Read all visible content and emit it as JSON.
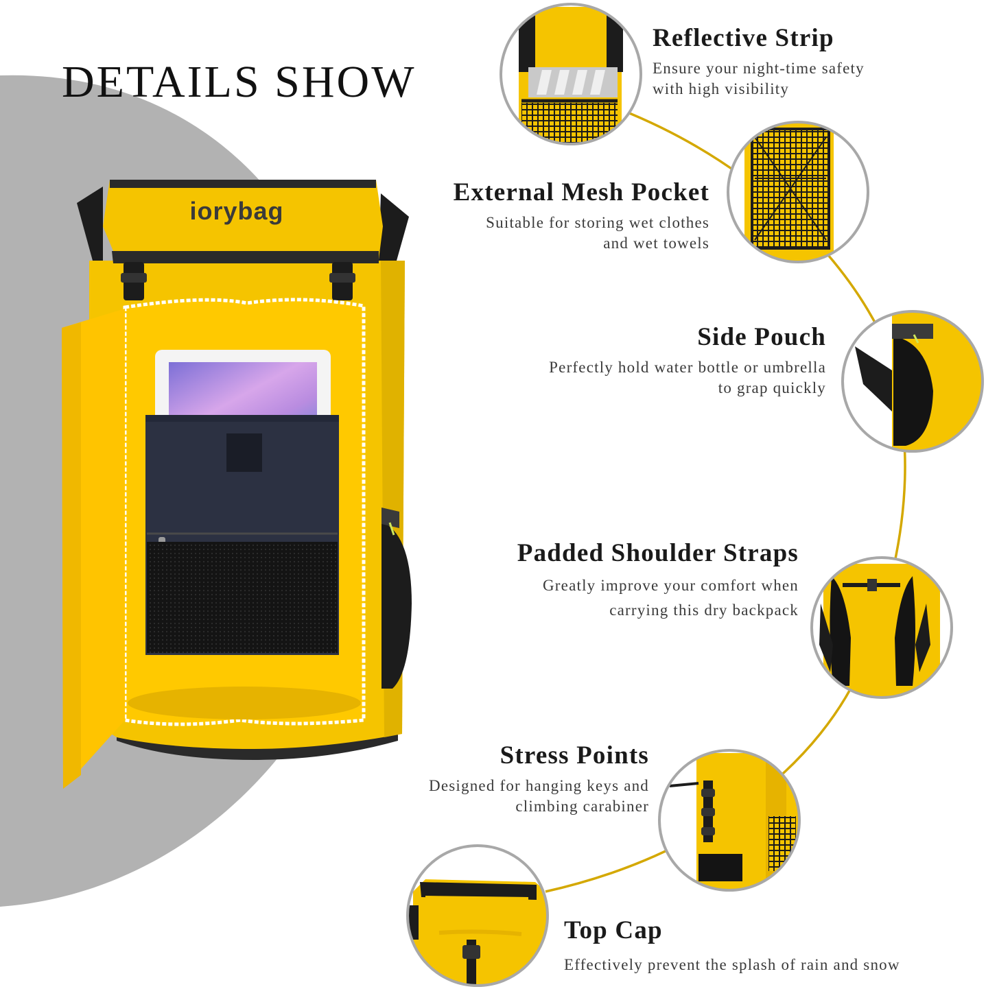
{
  "heading": "DETAILS SHOW",
  "brand": "iorybag",
  "colors": {
    "bag_yellow": "#f5c400",
    "accent_gold": "#d4a800",
    "strap_black": "#1c1c1c",
    "backdrop_gray": "#b2b2b2",
    "circle_border": "#a8a8a8"
  },
  "features": [
    {
      "title": "Reflective Strip",
      "desc": [
        "Ensure your night-time safety",
        "with high visibility"
      ],
      "icon": "reflective-strip-closeup"
    },
    {
      "title": "External Mesh Pocket",
      "desc": [
        "Suitable for storing wet clothes",
        "and wet towels"
      ],
      "icon": "mesh-pocket-closeup"
    },
    {
      "title": "Side Pouch",
      "desc": [
        "Perfectly hold water bottle or umbrella",
        "to grap quickly"
      ],
      "icon": "side-pouch-closeup"
    },
    {
      "title": "Padded Shoulder Straps",
      "desc": [
        "Greatly improve your comfort when",
        "carrying this dry backpack"
      ],
      "icon": "shoulder-straps-closeup"
    },
    {
      "title": "Stress Points",
      "desc": [
        "Designed for hanging keys and",
        "climbing carabiner"
      ],
      "icon": "stress-points-closeup"
    },
    {
      "title": "Top Cap",
      "desc": [
        "Effectively prevent the splash of rain and snow"
      ],
      "icon": "top-cap-closeup"
    }
  ]
}
